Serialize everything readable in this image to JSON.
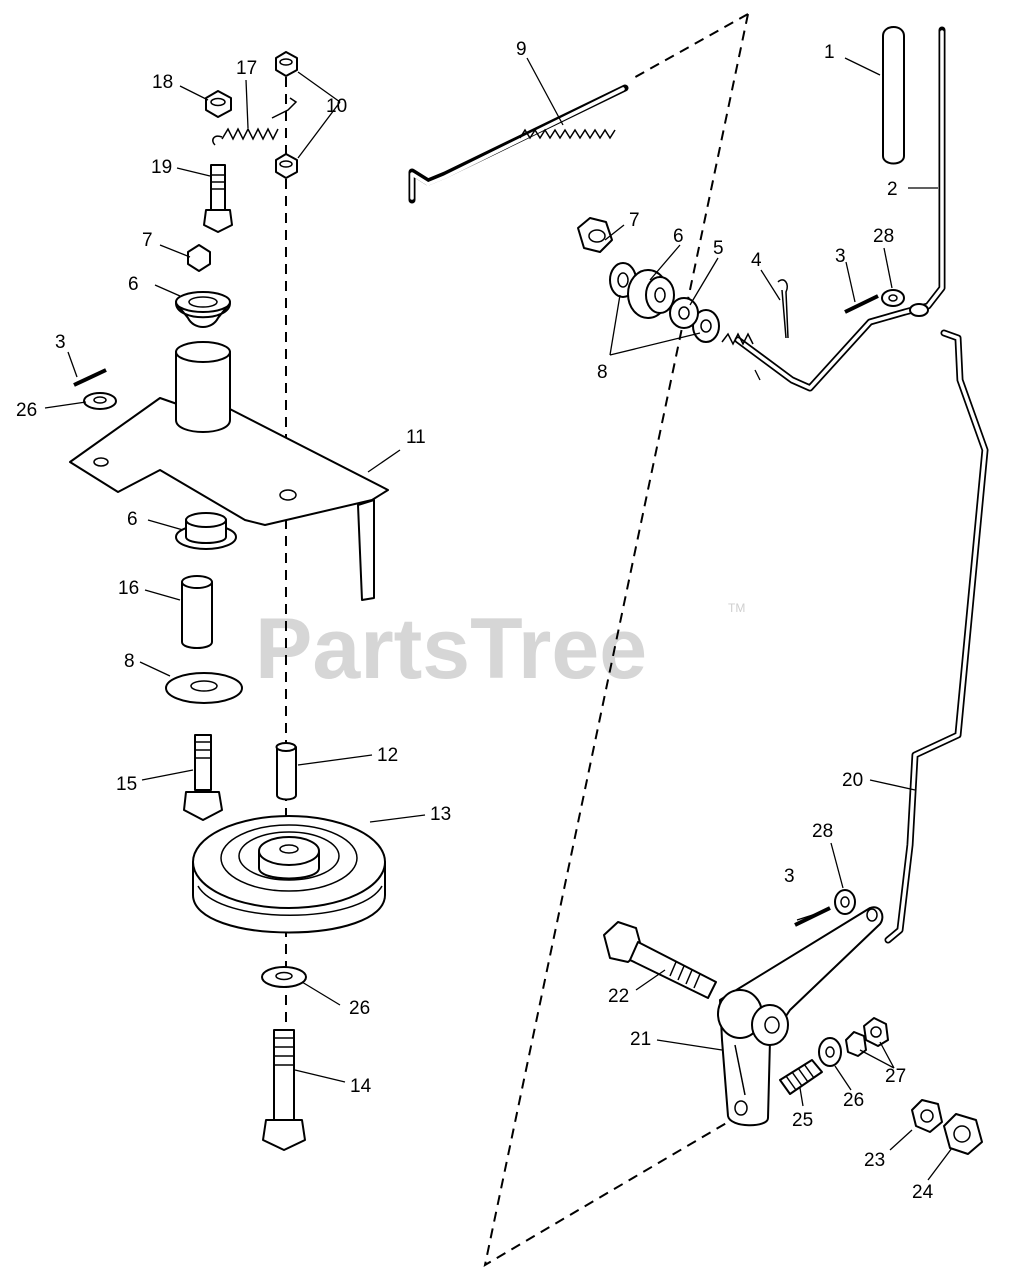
{
  "watermark": {
    "brand": "PartsTree",
    "trademark": "TM"
  },
  "callouts": [
    {
      "id": "c1",
      "label": "1"
    },
    {
      "id": "c2",
      "label": "2"
    },
    {
      "id": "c3a",
      "label": "3"
    },
    {
      "id": "c3b",
      "label": "3"
    },
    {
      "id": "c3c",
      "label": "3"
    },
    {
      "id": "c4",
      "label": "4"
    },
    {
      "id": "c5",
      "label": "5"
    },
    {
      "id": "c6a",
      "label": "6"
    },
    {
      "id": "c6b",
      "label": "6"
    },
    {
      "id": "c6c",
      "label": "6"
    },
    {
      "id": "c7a",
      "label": "7"
    },
    {
      "id": "c7b",
      "label": "7"
    },
    {
      "id": "c8a",
      "label": "8"
    },
    {
      "id": "c8b",
      "label": "8"
    },
    {
      "id": "c9",
      "label": "9"
    },
    {
      "id": "c10",
      "label": "10"
    },
    {
      "id": "c11",
      "label": "11"
    },
    {
      "id": "c12",
      "label": "12"
    },
    {
      "id": "c13",
      "label": "13"
    },
    {
      "id": "c14",
      "label": "14"
    },
    {
      "id": "c15",
      "label": "15"
    },
    {
      "id": "c16",
      "label": "16"
    },
    {
      "id": "c17",
      "label": "17"
    },
    {
      "id": "c18",
      "label": "18"
    },
    {
      "id": "c19",
      "label": "19"
    },
    {
      "id": "c20",
      "label": "20"
    },
    {
      "id": "c21",
      "label": "21"
    },
    {
      "id": "c22",
      "label": "22"
    },
    {
      "id": "c23",
      "label": "23"
    },
    {
      "id": "c24",
      "label": "24"
    },
    {
      "id": "c25",
      "label": "25"
    },
    {
      "id": "c26a",
      "label": "26"
    },
    {
      "id": "c26b",
      "label": "26"
    },
    {
      "id": "c26c",
      "label": "26"
    },
    {
      "id": "c27",
      "label": "27"
    },
    {
      "id": "c28a",
      "label": "28"
    },
    {
      "id": "c28b",
      "label": "28"
    }
  ]
}
